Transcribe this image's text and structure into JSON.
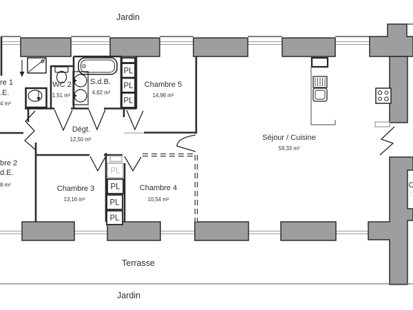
{
  "plan": {
    "site": {
      "garden_top": "Jardin",
      "terrace": "Terrasse",
      "garden_bottom": "Jardin"
    },
    "rooms": {
      "chambre1": {
        "name_fragment": "re 1",
        "type_fragment": ".E.",
        "area_fragment": "4 m²"
      },
      "wc2": {
        "name": "WC 2",
        "area": "1,51 m²"
      },
      "sdb": {
        "name": "S.d.B.",
        "area": "4,62 m²"
      },
      "chambre5": {
        "name": "Chambre 5",
        "area": "14,98 m²"
      },
      "degagement": {
        "name": "Dégt.",
        "area": "12,50 m²"
      },
      "sejour": {
        "name": "Séjour / Cuisine",
        "area": "59,33 m²"
      },
      "chambre2": {
        "name_fragment": "bre 2",
        "type_fragment": "d.E.",
        "area_fragment": "8 m²"
      },
      "chambre3": {
        "name": "Chambre 3",
        "area": "13,16 m²"
      },
      "chambre4": {
        "name": "Chambre 4",
        "area": "10,54 m²"
      },
      "cut_right_room": {
        "name_fragment": "C",
        "area_fragment": ":"
      }
    },
    "closet_label": "PL",
    "colors": {
      "wall_fill": "#9e9e9e",
      "wall_line": "#2a2a2a",
      "window_line": "#999999",
      "faded_line": "#b4b4b4"
    }
  }
}
